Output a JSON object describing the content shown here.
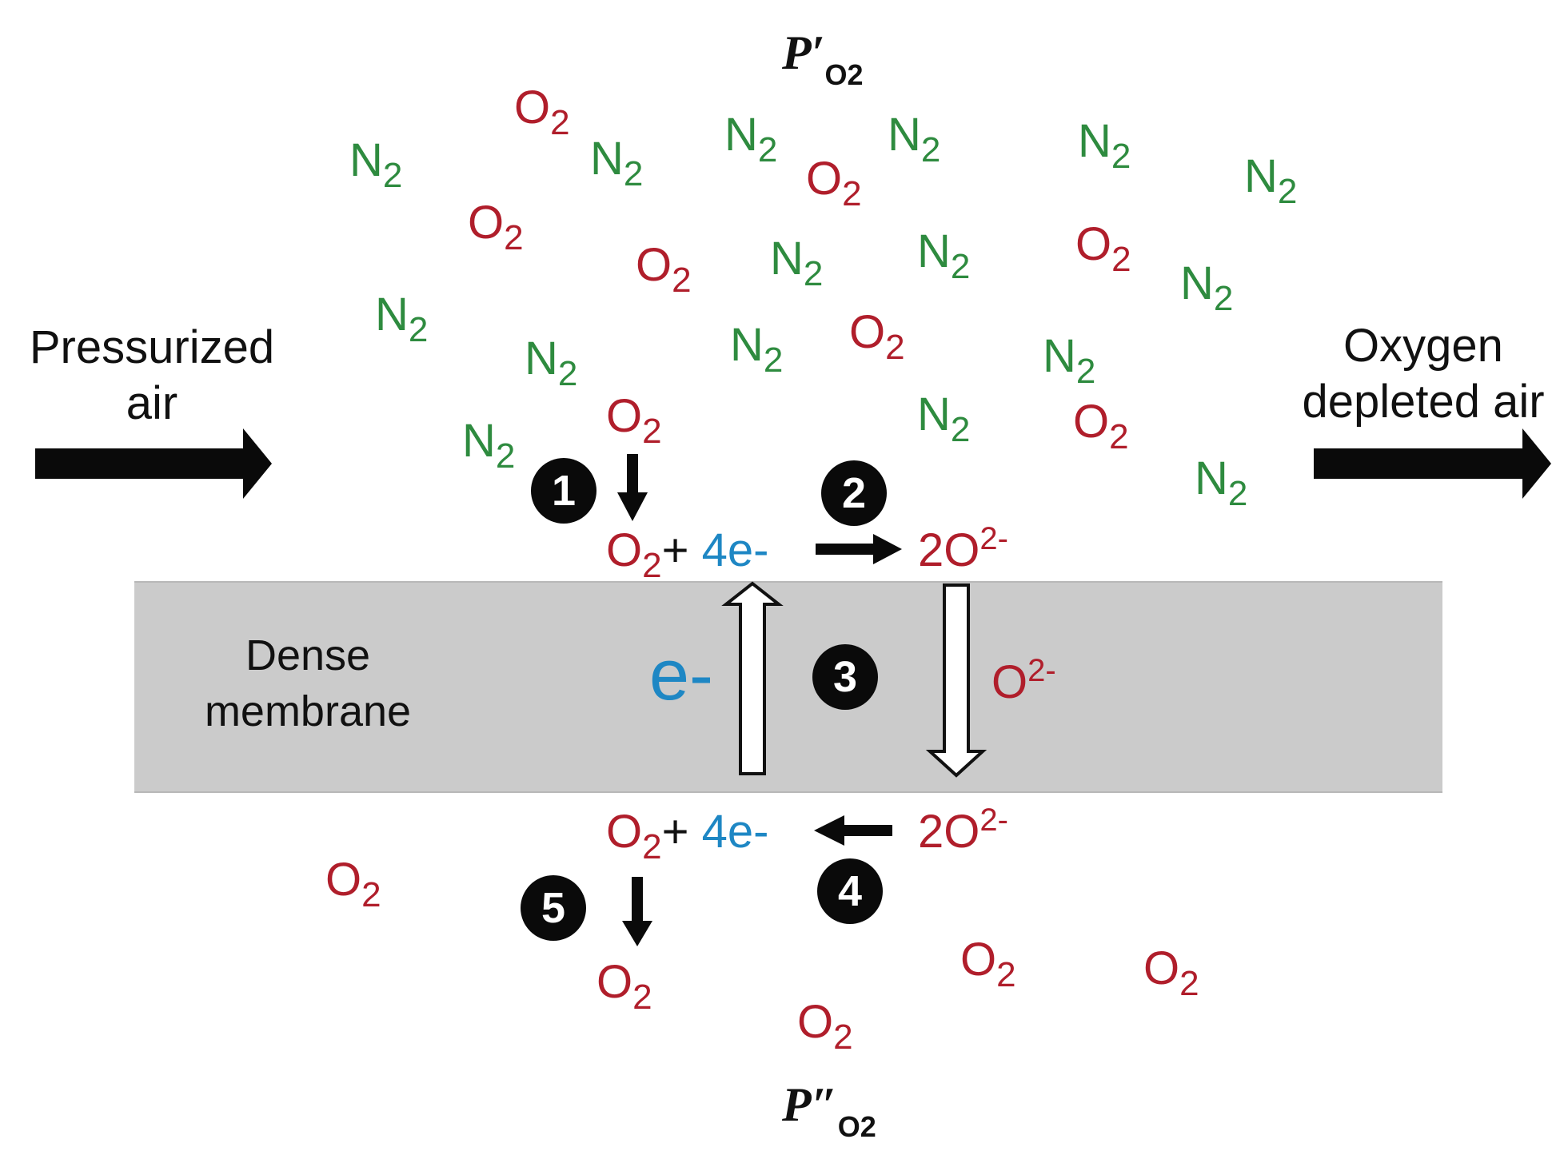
{
  "labels": {
    "pressurized_air": [
      "Pressurized",
      "air"
    ],
    "oxygen_depleted_air": [
      "Oxygen",
      "depleted air"
    ],
    "dense_membrane": [
      "Dense",
      "membrane"
    ],
    "p_top": {
      "main": "P′",
      "sub": "O2"
    },
    "p_bottom": {
      "main": "P″",
      "sub": "O2"
    }
  },
  "molecules": {
    "n2_symbol": "N",
    "o2_symbol": "O",
    "subscript": "2"
  },
  "reaction_top": {
    "o2": "O",
    "sub": "2",
    "plus": "+",
    "electrons": "4e-",
    "product": "2O",
    "charge": "2-"
  },
  "reaction_bottom": {
    "o2": "O",
    "sub": "2",
    "plus": "+",
    "electrons": "4e-",
    "reactant": "2O",
    "charge": "2-"
  },
  "membrane_transport": {
    "electron": "e-",
    "ion": "O",
    "ion_charge": "2-"
  },
  "steps": [
    "1",
    "2",
    "3",
    "4",
    "5"
  ],
  "colors": {
    "nitrogen": "#2e8b3f",
    "oxygen": "#b01e2b",
    "electron": "#1e87c4",
    "membrane": "#cbcbcb"
  }
}
